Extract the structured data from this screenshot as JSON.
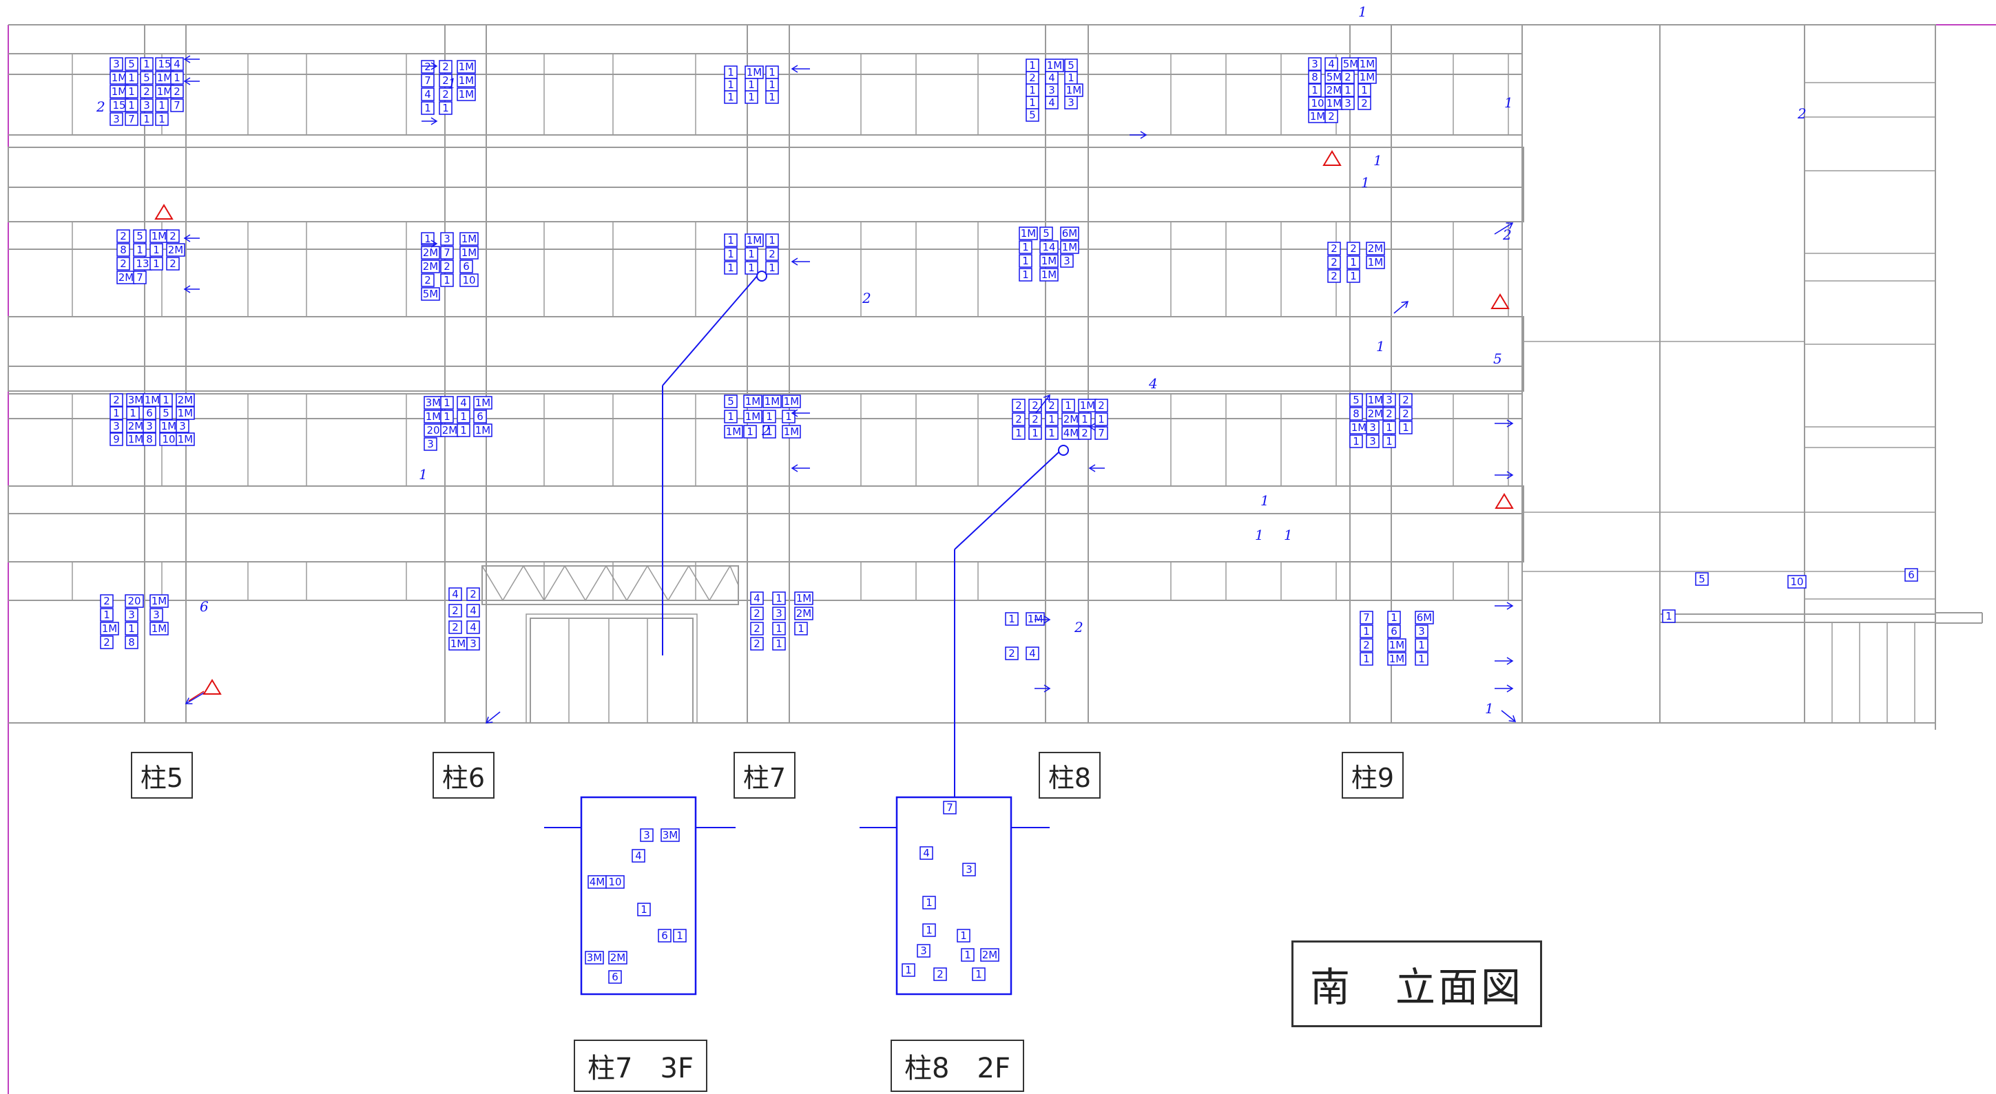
{
  "title": "南　立面図",
  "column_labels": [
    "柱5",
    "柱6",
    "柱7",
    "柱8",
    "柱9"
  ],
  "detail_labels": [
    "柱7　3F",
    "柱8　2F"
  ],
  "colors": {
    "outline": "#9a9a9a",
    "frame": "#c040c0",
    "annotation": "#1414ee",
    "warning": "#e01010",
    "text": "#222222"
  },
  "marks": {
    "col5_f4": [
      "3",
      "5",
      "1",
      "15",
      "4",
      "1M",
      "1",
      "5",
      "1M",
      "1",
      "1M",
      "1",
      "2",
      "1M",
      "2",
      "15",
      "1",
      "3",
      "1",
      "7",
      "3",
      "7",
      "1",
      "1"
    ],
    "col6_f4": [
      "2",
      "2",
      "1M",
      "7",
      "2",
      "1M",
      "4",
      "2",
      "1M",
      "1",
      "1"
    ],
    "col7_f4": [
      "1",
      "1M",
      "1",
      "1",
      "1",
      "1",
      "1",
      "1",
      "1"
    ],
    "col8_f4": [
      "1",
      "1M",
      "5",
      "2",
      "4",
      "1",
      "1",
      "3",
      "1M",
      "1",
      "4",
      "3",
      "5"
    ],
    "col9_f4": [
      "3",
      "4",
      "5M",
      "1M",
      "8",
      "5M",
      "2",
      "1M",
      "1",
      "2M",
      "1",
      "1",
      "10",
      "1M",
      "3",
      "2",
      "1M",
      "2"
    ],
    "col5_f3": [
      "2",
      "5",
      "1M",
      "2",
      "8",
      "1",
      "1",
      "2M",
      "2",
      "13",
      "1",
      "2",
      "2M",
      "7"
    ],
    "col6_f3": [
      "1",
      "3",
      "1M",
      "2M",
      "7",
      "1M",
      "2M",
      "2",
      "6",
      "2",
      "1",
      "10",
      "5M"
    ],
    "col7_f3": [
      "1",
      "1M",
      "1",
      "1",
      "1",
      "2",
      "1",
      "1",
      "1"
    ],
    "col8_f3": [
      "1M",
      "5",
      "6M",
      "1",
      "14",
      "1M",
      "1",
      "1M",
      "3",
      "1",
      "1M"
    ],
    "col9_f3": [
      "2",
      "2",
      "2M",
      "2",
      "1",
      "1M",
      "2",
      "1"
    ],
    "col5_f2": [
      "2",
      "3M",
      "1M",
      "1",
      "2M",
      "1",
      "1",
      "6",
      "5",
      "1M",
      "3",
      "2M",
      "3",
      "1M",
      "3",
      "9",
      "1M",
      "8",
      "10",
      "1M"
    ],
    "col6_f2": [
      "3M",
      "1",
      "4",
      "1M",
      "1M",
      "1",
      "1",
      "6",
      "20",
      "2M",
      "1",
      "1M",
      "3"
    ],
    "col7_f2": [
      "5",
      "1M",
      "1M",
      "1M",
      "1",
      "1M",
      "1",
      "1",
      "1M",
      "1",
      "1",
      "1M"
    ],
    "col8_f2": [
      "2",
      "2",
      "2",
      "1",
      "1M",
      "2",
      "2",
      "2",
      "1",
      "2M",
      "1",
      "1",
      "1",
      "1",
      "1",
      "4M",
      "2",
      "7"
    ],
    "col9_f2": [
      "5",
      "1M",
      "3",
      "2",
      "8",
      "2M",
      "2",
      "2",
      "1M",
      "3",
      "1",
      "1",
      "1",
      "3",
      "1"
    ],
    "col5_f1": [
      "2",
      "20",
      "1M",
      "1",
      "3",
      "3",
      "1M",
      "1",
      "1M",
      "2",
      "8"
    ],
    "col6_f1": [
      "4",
      "2",
      "2",
      "4",
      "2",
      "4",
      "1M",
      "3"
    ],
    "col7_f1": [
      "4",
      "1",
      "1M",
      "2",
      "3",
      "2M",
      "2",
      "1",
      "1",
      "2",
      "1"
    ],
    "col8_f1": [
      "1",
      "1M",
      "2",
      "4"
    ],
    "col9_f1": [
      "7",
      "1",
      "6M",
      "1",
      "6",
      "3",
      "2",
      "1M",
      "1",
      "1",
      "1M",
      "1"
    ],
    "right_bay": [
      "5",
      "10",
      "6",
      "1"
    ],
    "detail_7": [
      "3",
      "3M",
      "4",
      "4M",
      "10",
      "1",
      "1",
      "3M",
      "2M",
      "6",
      "6"
    ],
    "detail_8": [
      "7",
      "4",
      "3",
      "1",
      "1",
      "1",
      "3",
      "1",
      "2M",
      "1",
      "2",
      "1"
    ],
    "handwritten": [
      "1",
      "2",
      "1",
      "1",
      "2",
      "1",
      "2",
      "4",
      "1",
      "2",
      "6",
      "1",
      "1",
      "1",
      "1",
      "1",
      "2",
      "2",
      "1",
      "5"
    ]
  }
}
